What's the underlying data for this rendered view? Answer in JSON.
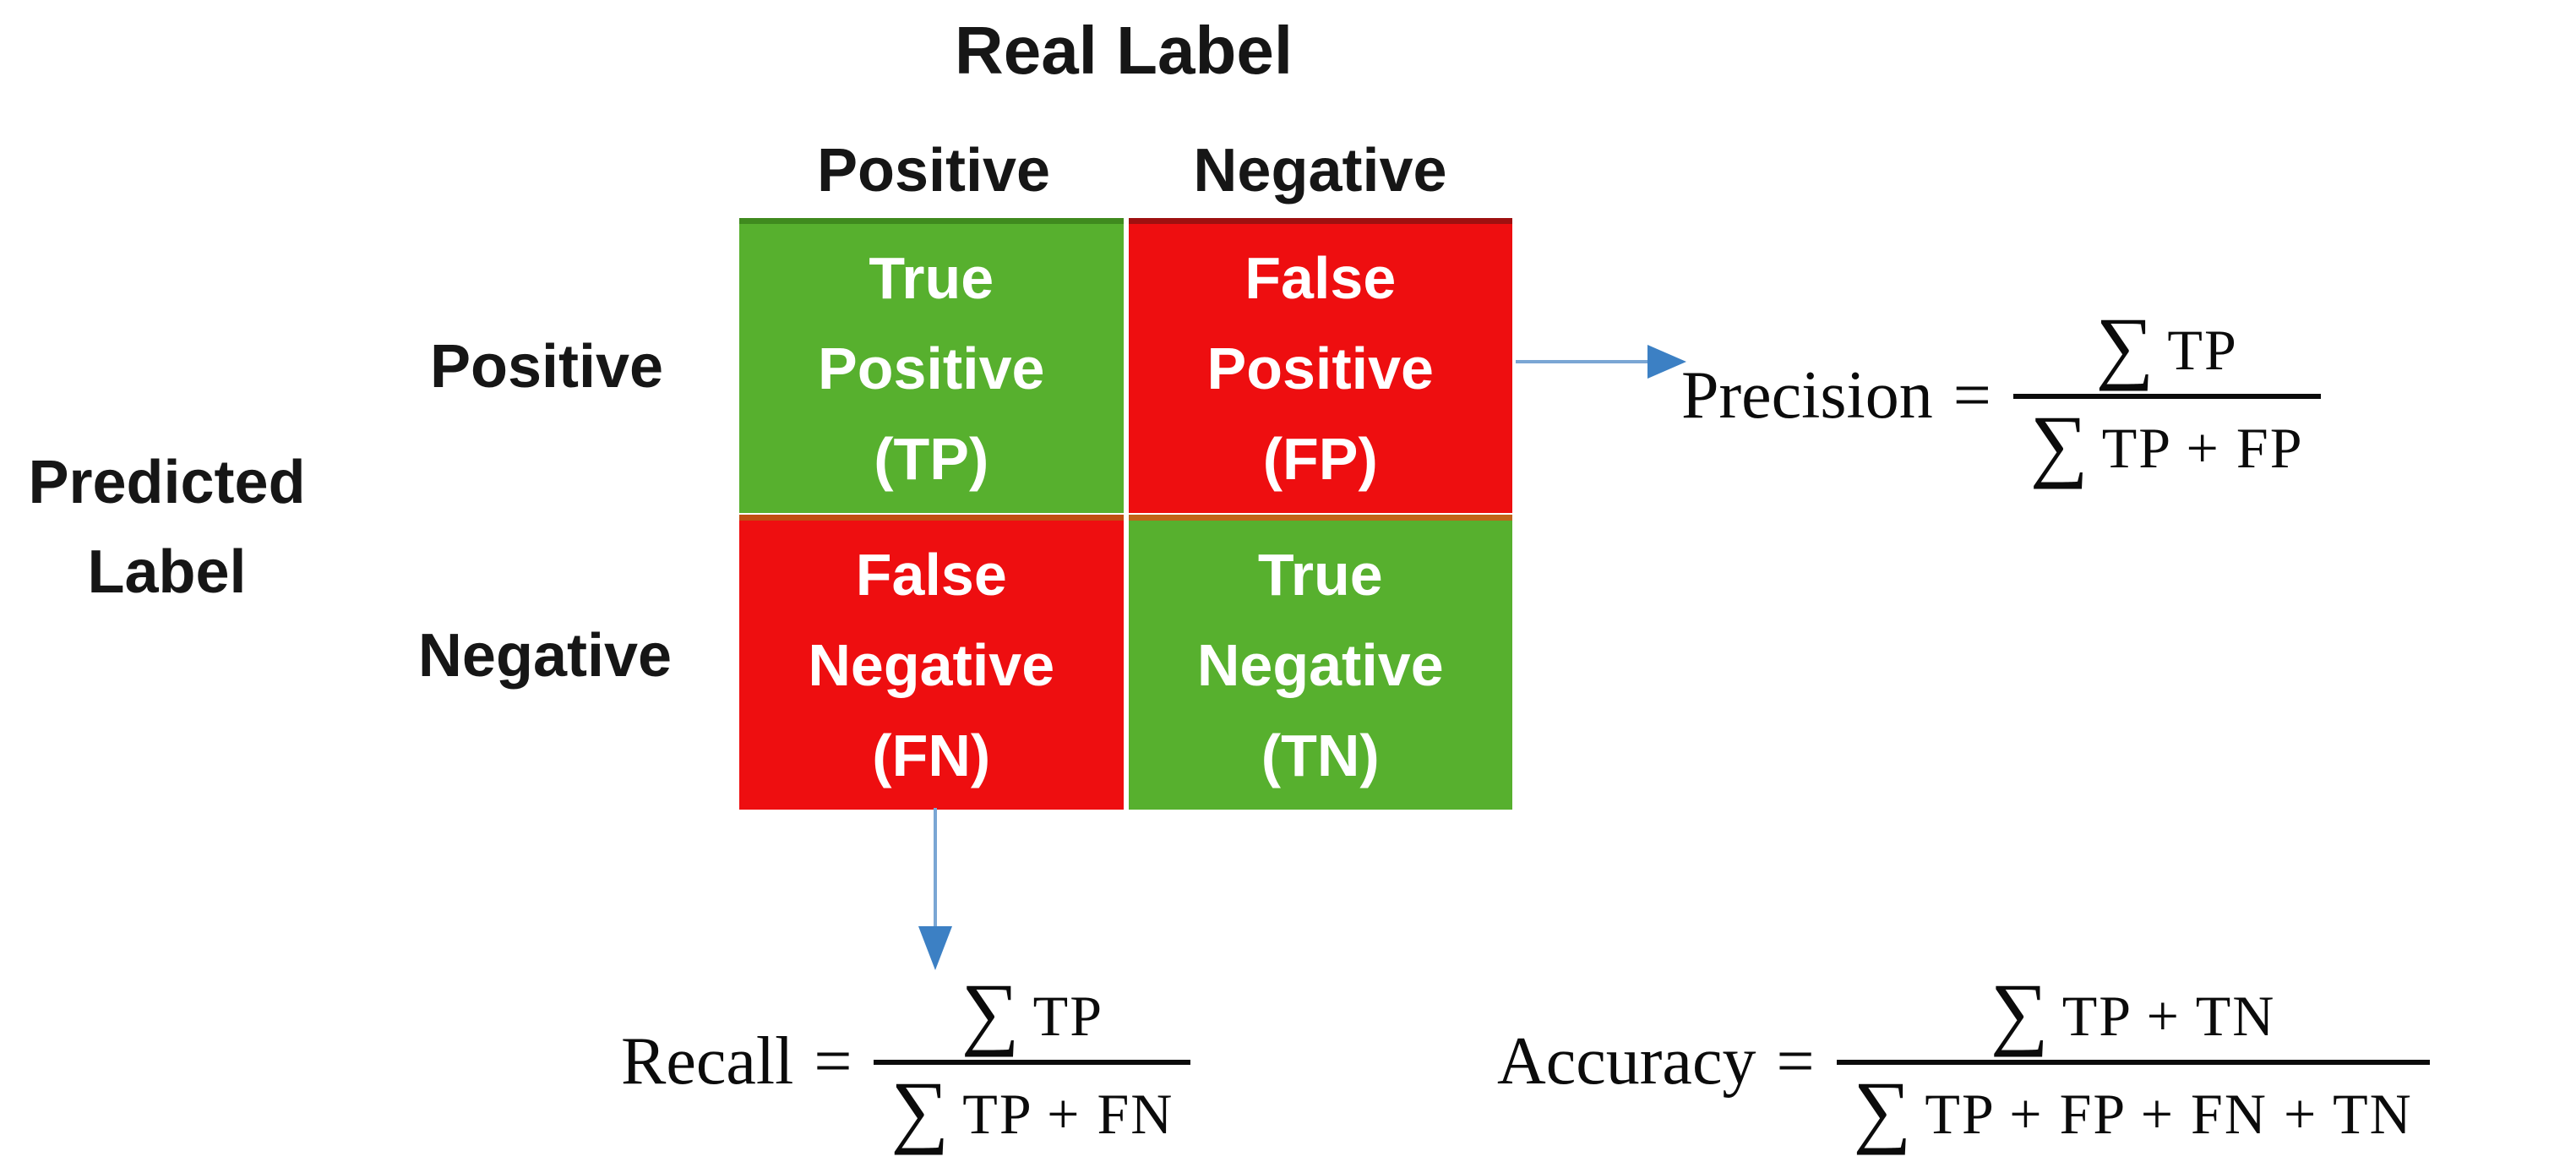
{
  "labels": {
    "real_label": "Real Label",
    "predicted_label": [
      "Predicted",
      "Label"
    ],
    "column_headers": [
      "Positive",
      "Negative"
    ],
    "row_headers": [
      "Positive",
      "Negative"
    ]
  },
  "matrix": {
    "cells": [
      {
        "name": "true-positive",
        "lines": [
          "True",
          "Positive",
          "(TP)"
        ],
        "bg": "#57b02e",
        "border": "#3f8a1e"
      },
      {
        "name": "false-positive",
        "lines": [
          "False",
          "Positive",
          "(FP)"
        ],
        "bg": "#ee0e10",
        "border": "#9e1010"
      },
      {
        "name": "false-negative",
        "lines": [
          "False",
          "Negative",
          "(FN)"
        ],
        "bg": "#ee0e10",
        "border": "#c14f12"
      },
      {
        "name": "true-negative",
        "lines": [
          "True",
          "Negative",
          "(TN)"
        ],
        "bg": "#57b02e",
        "border": "#c1641a"
      }
    ]
  },
  "formulas": {
    "precision": {
      "label": "Precision",
      "equals": "=",
      "numerator": {
        "sigma": "∑",
        "terms": "TP"
      },
      "denominator": {
        "sigma": "∑",
        "terms": "TP + FP"
      }
    },
    "recall": {
      "label": "Recall",
      "equals": "=",
      "numerator": {
        "sigma": "∑",
        "terms": "TP"
      },
      "denominator": {
        "sigma": "∑",
        "terms": "TP + FN"
      }
    },
    "accuracy": {
      "label": "Accuracy",
      "equals": "=",
      "numerator": {
        "sigma": "∑",
        "terms": "TP + TN"
      },
      "denominator": {
        "sigma": "∑",
        "terms": "TP + FP + FN + TN"
      }
    }
  },
  "colors": {
    "label_text": "#161616",
    "formula_text": "#0b0b0b",
    "cell_text": "#ffffff",
    "arrow_line": "#7aa6d4",
    "arrow_head": "#3c80c4",
    "fraction_bar": "#0b0b0b",
    "background": "#ffffff"
  }
}
